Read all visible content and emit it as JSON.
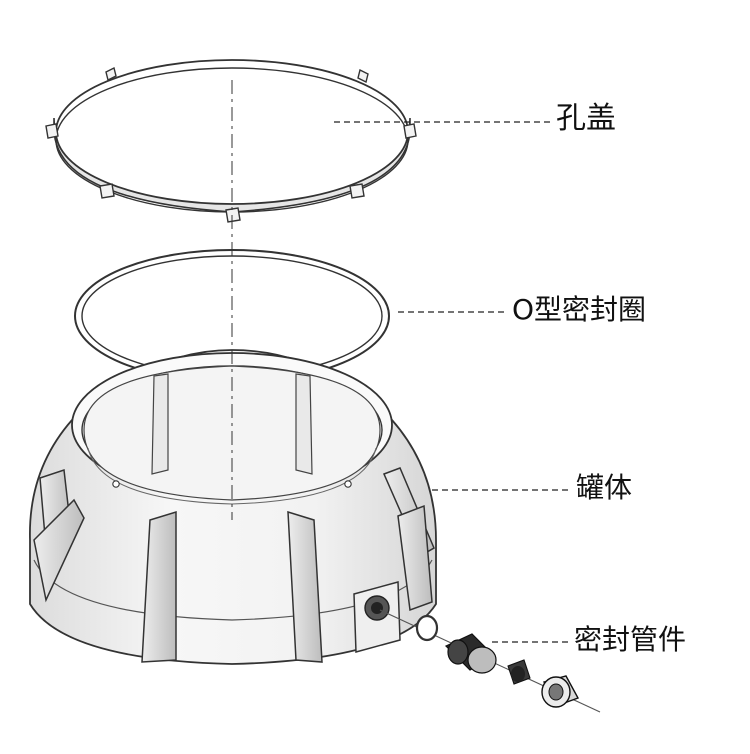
{
  "labels": {
    "cover": "孔盖",
    "o_ring": "O型密封圈",
    "tank_body": "罐体",
    "seal_fitting": "密封管件"
  }
}
